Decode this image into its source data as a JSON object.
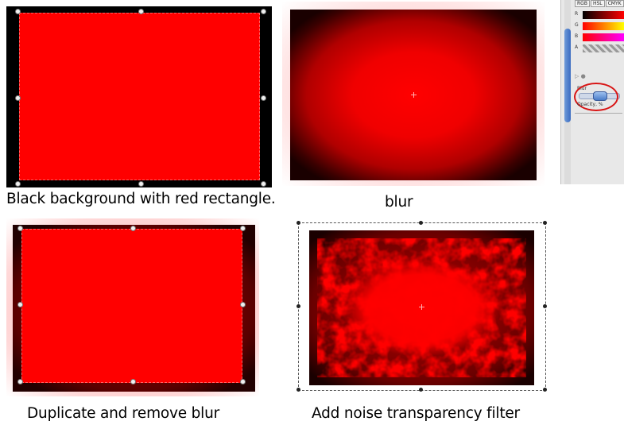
{
  "captions": {
    "panel1": "Black background with red rectangle.",
    "panel2": "blur",
    "panel3": "Duplicate and remove blur",
    "panel4": "Add noise transparency filter"
  },
  "side_panel": {
    "tabs": [
      "RGB",
      "HSL",
      "CMYK"
    ],
    "rows": [
      {
        "label": "R"
      },
      {
        "label": "G"
      },
      {
        "label": "B"
      },
      {
        "label": "A"
      }
    ],
    "blur_label": "Blur",
    "opacity_label": "Opacity, %",
    "highlight_color": "#d81414",
    "blur_level": 0.55
  },
  "colors": {
    "red": "#ff0000",
    "black": "#000000"
  }
}
